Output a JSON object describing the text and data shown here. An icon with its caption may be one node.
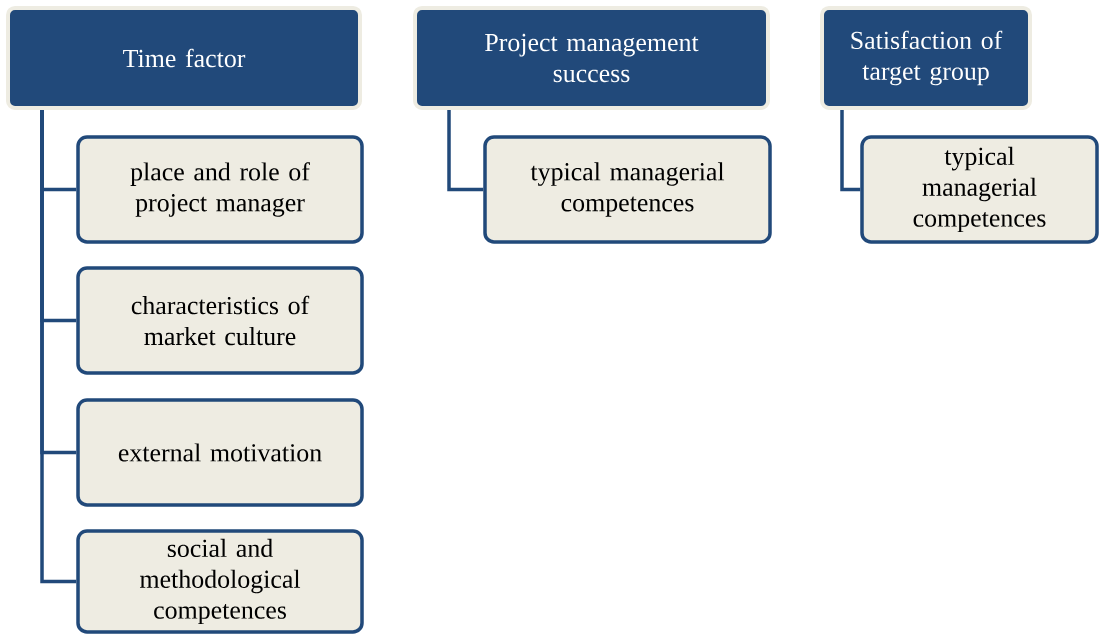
{
  "diagram": {
    "nodes": [
      {
        "text": [
          "Time factor"
        ]
      },
      {
        "text": [
          "place and role of project manager"
        ]
      },
      {
        "text": [
          "characteristics of market culture"
        ]
      },
      {
        "text": [
          "external motivation"
        ]
      },
      {
        "text": [
          "social and methodological competences"
        ]
      },
      {
        "text": [
          "Project management success"
        ]
      },
      {
        "text": [
          "typical managerial competences"
        ]
      },
      {
        "text": [
          "Satisfaction of target group"
        ]
      },
      {
        "text": [
          "typical managerial competences"
        ]
      }
    ],
    "edges": [
      {
        "from": 0,
        "to": 1,
        "arrow": "none"
      },
      {
        "from": 0,
        "to": 2,
        "arrow": "none"
      },
      {
        "from": 0,
        "to": 3,
        "arrow": "none"
      },
      {
        "from": 0,
        "to": 4,
        "arrow": "none"
      },
      {
        "from": 5,
        "to": 6,
        "arrow": "none"
      },
      {
        "from": 7,
        "to": 8,
        "arrow": "none"
      }
    ]
  }
}
